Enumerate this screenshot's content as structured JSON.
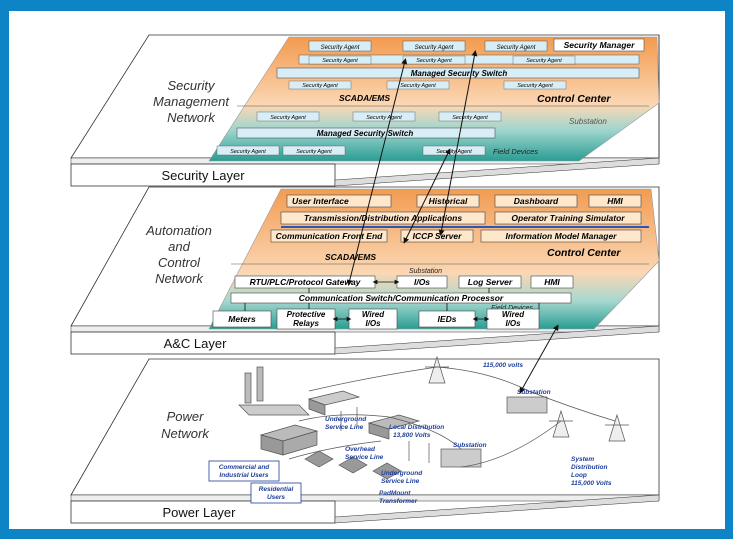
{
  "layers": {
    "security": {
      "network_label": [
        "Security",
        "Management",
        "Network"
      ],
      "layer_label": "Security Layer",
      "security_manager": "Security Manager",
      "security_agent": "Security Agent",
      "managed_switch": "Managed Security Switch",
      "scada": "SCADA/EMS",
      "control_center": "Control Center",
      "substation": "Substation",
      "field_devices": "Field Devices"
    },
    "ac": {
      "network_label": [
        "Automation",
        "and",
        "Control",
        "Network"
      ],
      "layer_label": "A&C Layer",
      "user_interface": "User Interface",
      "historical": "Historical",
      "dashboard": "Dashboard",
      "hmi_top": "HMI",
      "transmission_apps": "Transmission/Distribution Applications",
      "operator_training": "Operator Training Simulator",
      "comm_front_end": "Communication Front End",
      "iccp_server": "ICCP Server",
      "info_model_manager": "Information Model Manager",
      "control_center": "Control Center",
      "scada": "SCADA/EMS",
      "substation": "Substation",
      "rtu_gateway": "RTU/PLC/Protocol Gateway",
      "ios": "I/Os",
      "log_server": "Log Server",
      "hmi_sub": "HMI",
      "comm_switch": "Communication Switch/Communication Processor",
      "field_devices": "Field Devices",
      "meters": "Meters",
      "protective_relays": [
        "Protective",
        "Relays"
      ],
      "wired_ios_1": [
        "Wired",
        "I/Os"
      ],
      "ieds": "IEDs",
      "wired_ios_2": [
        "Wired",
        "I/Os"
      ]
    },
    "power": {
      "network_label": [
        "Power",
        "Network"
      ],
      "layer_label": "Power Layer",
      "labels": {
        "volts_115": "115,000 volts",
        "substation_top": "Substation",
        "underground_service": [
          "Underground",
          "Service Line"
        ],
        "local_distribution": [
          "Local Distribution",
          "13,800 Volts"
        ],
        "substation_mid": "Substation",
        "overhead_service": [
          "Overhead",
          "Service Line"
        ],
        "commercial": [
          "Commercial and",
          "Industrial Users"
        ],
        "underground_service_2": [
          "Underground",
          "Service Line"
        ],
        "system_loop": [
          "System",
          "Distribution",
          "Loop",
          "115,000 Volts"
        ],
        "residential": [
          "Residential",
          "Users"
        ],
        "padmount": [
          "PadMount",
          "Transformer"
        ]
      }
    }
  },
  "colors": {
    "frame": "#0d84c6",
    "orange": "#f6b579",
    "orange_light": "#fbdcbc",
    "teal": "#2fa39a",
    "box_fill": "#d7eef6",
    "ac_box": "#ffe7cc",
    "diagram_text": "#1f3f9a"
  }
}
